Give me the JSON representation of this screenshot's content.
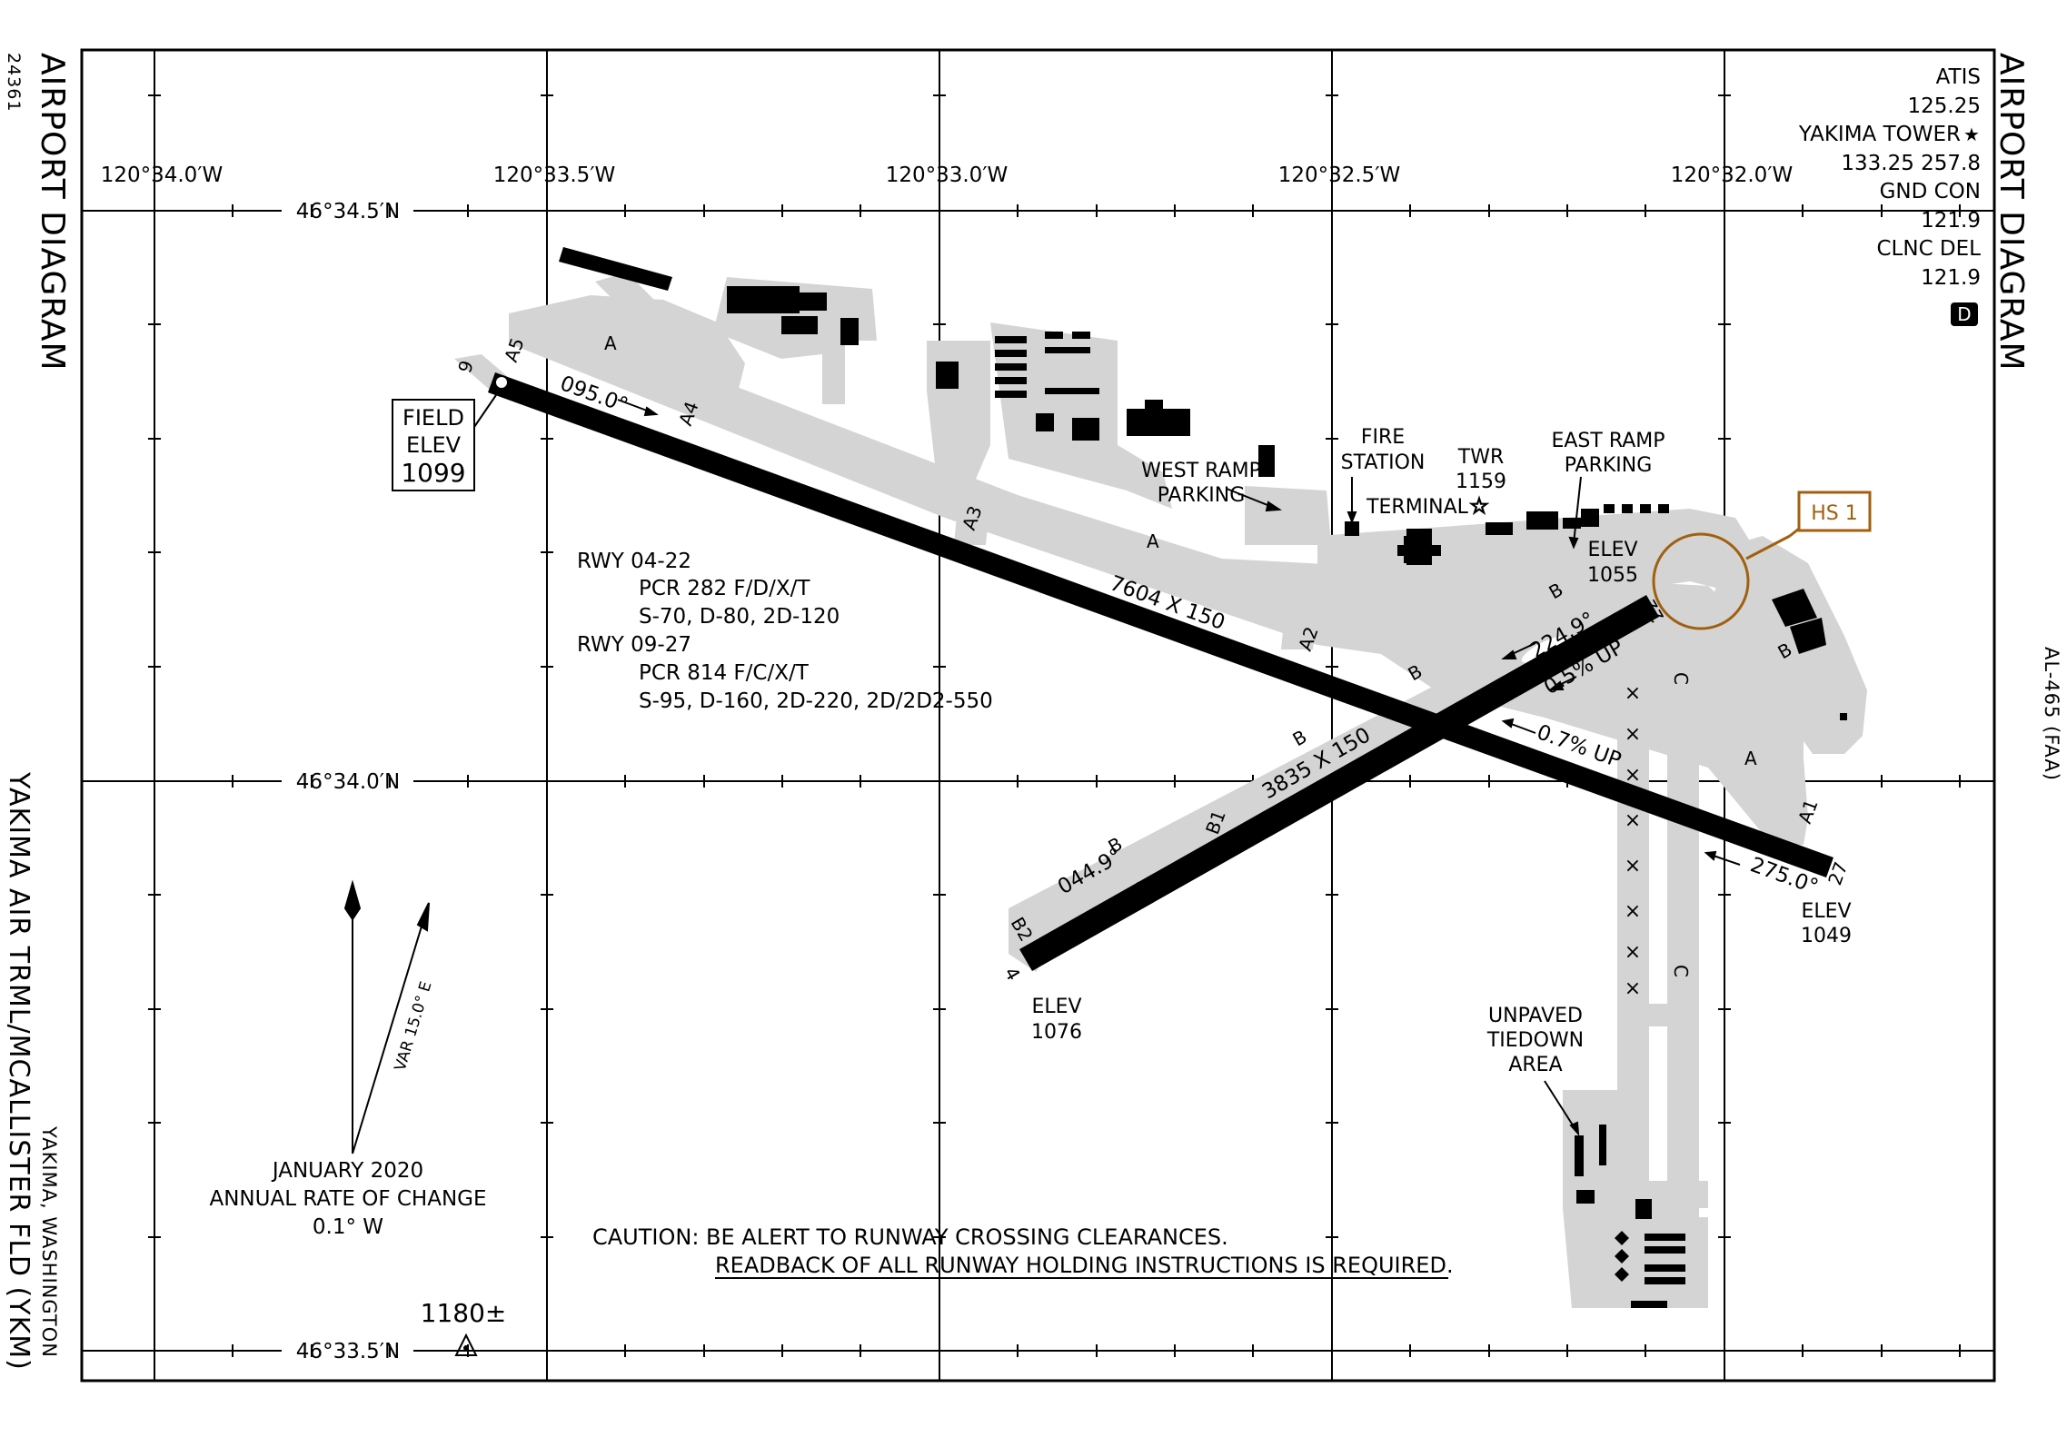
{
  "diagram": {
    "title": "AIRPORT DIAGRAM",
    "procedure_number": "24361",
    "airport_name": "YAKIMA AIR TRML/MCALLISTER FLD (YKM)",
    "location": "YAKIMA, WASHINGTON",
    "chart_id": "AL-465 (FAA)"
  },
  "frequencies": {
    "atis_label": "ATIS",
    "atis_freq": "125.25",
    "tower_label": "YAKIMA TOWER",
    "tower_freq": "133.25  257.8",
    "gnd_label": "GND CON",
    "gnd_freq": "121.9",
    "clnc_label": "CLNC DEL",
    "clnc_freq": "121.9",
    "badge": "D"
  },
  "grid": {
    "longitudes": [
      "120°34.0′W",
      "120°33.5′W",
      "120°33.0′W",
      "120°32.5′W",
      "120°32.0′W"
    ],
    "latitudes": [
      "46°34.5′N",
      "46°34.0′N",
      "46°33.5′N"
    ]
  },
  "field_elev": {
    "line1": "FIELD",
    "line2": "ELEV",
    "value": "1099"
  },
  "runway_info": {
    "rwy1": "RWY 04-22",
    "rwy1_pcr": "PCR 282 F/D/X/T",
    "rwy1_weights": "S-70, D-80, 2D-120",
    "rwy2": "RWY 09-27",
    "rwy2_pcr": "PCR 814 F/C/X/T",
    "rwy2_weights": "S-95, D-160, 2D-220, 2D/2D2-550"
  },
  "runways": {
    "main_dims": "7604 X 150",
    "cross_dims": "3835 X 150",
    "hdg_095": "095.0°",
    "hdg_275": "275.0°",
    "hdg_044": "044.9°",
    "hdg_224": "224.9°",
    "slope1": "0.5% UP",
    "slope2": "0.7% UP",
    "end_9": "9",
    "end_27": "27",
    "end_4": "4",
    "end_22": "22"
  },
  "elevations": {
    "e1055_label": "ELEV",
    "e1055": "1055",
    "e1049_label": "ELEV",
    "e1049": "1049",
    "e1076_label": "ELEV",
    "e1076": "1076",
    "twr_label": "TWR",
    "twr_elev": "1159",
    "spot": "1180±"
  },
  "facilities": {
    "fire1": "FIRE",
    "fire2": "STATION",
    "terminal": "TERMINAL",
    "west_ramp1": "WEST RAMP",
    "west_ramp2": "PARKING",
    "east_ramp1": "EAST RAMP",
    "east_ramp2": "PARKING",
    "unpaved1": "UNPAVED",
    "unpaved2": "TIEDOWN",
    "unpaved3": "AREA"
  },
  "taxiways": {
    "A": "A",
    "A1": "A1",
    "A2": "A2",
    "A3": "A3",
    "A4": "A4",
    "A5": "A5",
    "B": "B",
    "B1": "B1",
    "B2": "B2",
    "C": "C"
  },
  "hotspot": {
    "label": "HS 1",
    "color": "#a0600f"
  },
  "caution": {
    "line1": "CAUTION: BE ALERT TO RUNWAY CROSSING CLEARANCES.",
    "line2": "READBACK OF ALL RUNWAY HOLDING INSTRUCTIONS IS REQUIRED."
  },
  "magnetic": {
    "var": "VAR 15.0° E",
    "date": "JANUARY 2020",
    "rate_label": "ANNUAL RATE OF CHANGE",
    "rate": "0.1° W"
  },
  "colors": {
    "pavement": "#d4d4d4",
    "runway": "#000000",
    "hotspot": "#a0600f"
  }
}
